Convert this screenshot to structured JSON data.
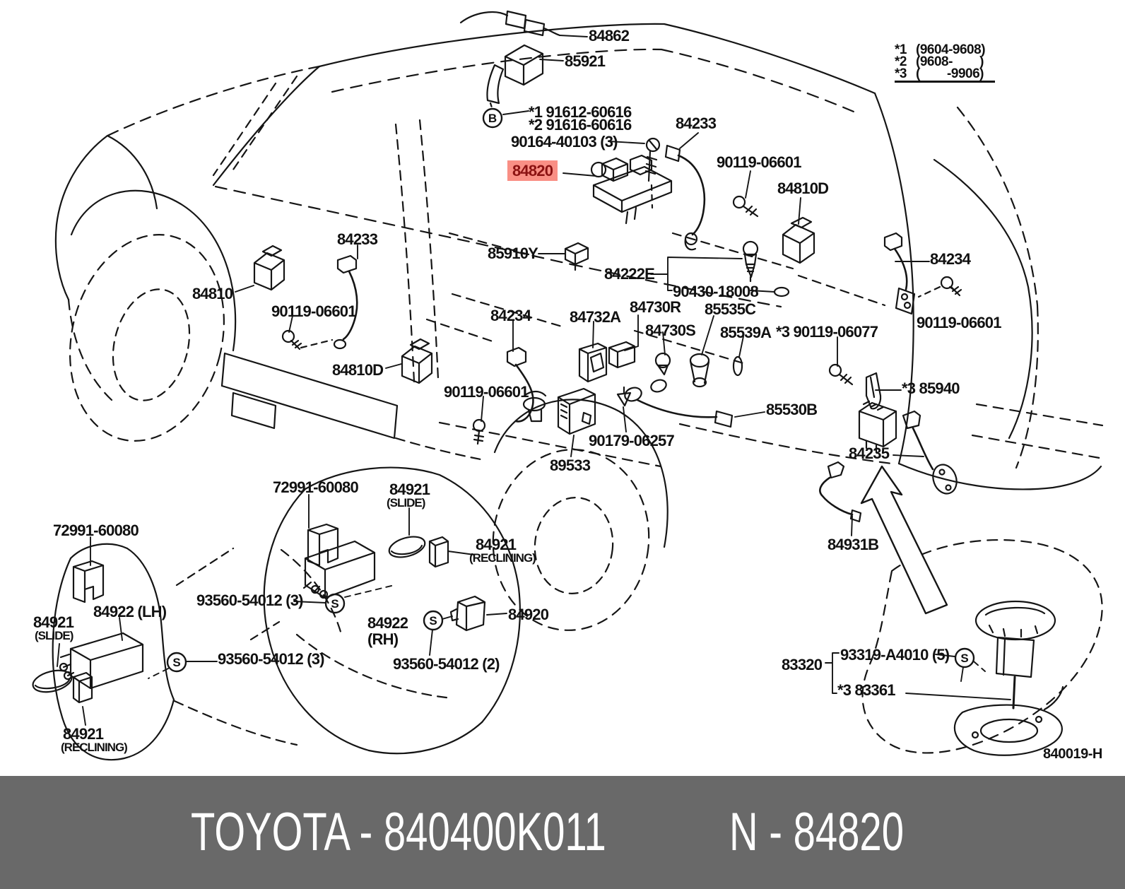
{
  "title": "Toyota parts diagram - switch & relay (84820)",
  "legend": {
    "rows": [
      {
        "mark": "*1",
        "range": "(9604-9608)"
      },
      {
        "mark": "*2",
        "range": "(9608-        )"
      },
      {
        "mark": "*3",
        "range": "(        -9906)"
      }
    ]
  },
  "diagram_code": "840019-H",
  "footer": {
    "left_text": "TOYOTA - 840400K011",
    "right_text": "N - 84820",
    "bg_color": "#696969",
    "text_color": "#ffffff"
  },
  "highlight": {
    "bg_color": "#f98f85",
    "text_color": "#8b1212",
    "part": "84820"
  },
  "symbols": {
    "screw_marker": "S",
    "bolt_marker": "B"
  },
  "labels": [
    {
      "id": "84862",
      "text": "84862"
    },
    {
      "id": "85921",
      "text": "85921"
    },
    {
      "id": "91612-60616",
      "text": "*1 91612-60616"
    },
    {
      "id": "91616-60616",
      "text": "*2 91616-60616"
    },
    {
      "id": "90164-40103",
      "text": "90164-40103 (3)"
    },
    {
      "id": "84233-top",
      "text": "84233"
    },
    {
      "id": "90119-06601-top",
      "text": "90119-06601"
    },
    {
      "id": "84810D-right",
      "text": "84810D"
    },
    {
      "id": "84820",
      "text": "84820",
      "highlighted": true
    },
    {
      "id": "85910Y",
      "text": "85910Y"
    },
    {
      "id": "84222E",
      "text": "84222E"
    },
    {
      "id": "90430-18008",
      "text": "90430-18008"
    },
    {
      "id": "84730R",
      "text": "84730R"
    },
    {
      "id": "84730S",
      "text": "84730S"
    },
    {
      "id": "85535C",
      "text": "85535C"
    },
    {
      "id": "85539A",
      "text": "85539A"
    },
    {
      "id": "90119-06077",
      "text": "*3 90119-06077"
    },
    {
      "id": "84732A",
      "text": "84732A"
    },
    {
      "id": "84234-center",
      "text": "84234"
    },
    {
      "id": "90119-06601-center",
      "text": "90119-06601"
    },
    {
      "id": "84233-left",
      "text": "84233"
    },
    {
      "id": "84810",
      "text": "84810"
    },
    {
      "id": "90119-06601-left",
      "text": "90119-06601"
    },
    {
      "id": "84810D-center",
      "text": "84810D"
    },
    {
      "id": "84234-right",
      "text": "84234"
    },
    {
      "id": "90119-06601-right",
      "text": "90119-06601"
    },
    {
      "id": "85940",
      "text": "*3 85940"
    },
    {
      "id": "85530B",
      "text": "85530B"
    },
    {
      "id": "90179-06257",
      "text": "90179-06257"
    },
    {
      "id": "89533",
      "text": "89533"
    },
    {
      "id": "84235",
      "text": "84235"
    },
    {
      "id": "84931B",
      "text": "84931B"
    },
    {
      "id": "72991-60080-center",
      "text": "72991-60080"
    },
    {
      "id": "84921-slide-center",
      "text": "84921"
    },
    {
      "id": "84921-slide-center-sub",
      "text": "(SLIDE)"
    },
    {
      "id": "72991-60080-left",
      "text": "72991-60080"
    },
    {
      "id": "84921-slide-left",
      "text": "84921"
    },
    {
      "id": "84921-slide-left-sub",
      "text": "(SLIDE)"
    },
    {
      "id": "84922-LH",
      "text": "84922 (LH)"
    },
    {
      "id": "93560-54012-a",
      "text": "93560-54012 (3)"
    },
    {
      "id": "93560-54012-b",
      "text": "93560-54012 (3)"
    },
    {
      "id": "84922-RH",
      "text": "84922"
    },
    {
      "id": "84922-RH-sub",
      "text": "(RH)"
    },
    {
      "id": "84921-recl-center",
      "text": "84921"
    },
    {
      "id": "84921-recl-center-sub",
      "text": "(RECLINING)"
    },
    {
      "id": "84920",
      "text": "84920"
    },
    {
      "id": "93560-54012-c",
      "text": "93560-54012 (2)"
    },
    {
      "id": "84921-recl-left",
      "text": "84921"
    },
    {
      "id": "84921-recl-left-sub",
      "text": "(RECLINING)"
    },
    {
      "id": "83320",
      "text": "83320"
    },
    {
      "id": "93319-A4010",
      "text": "93319-A4010 (5)"
    },
    {
      "id": "83361",
      "text": "*3 83361"
    }
  ]
}
